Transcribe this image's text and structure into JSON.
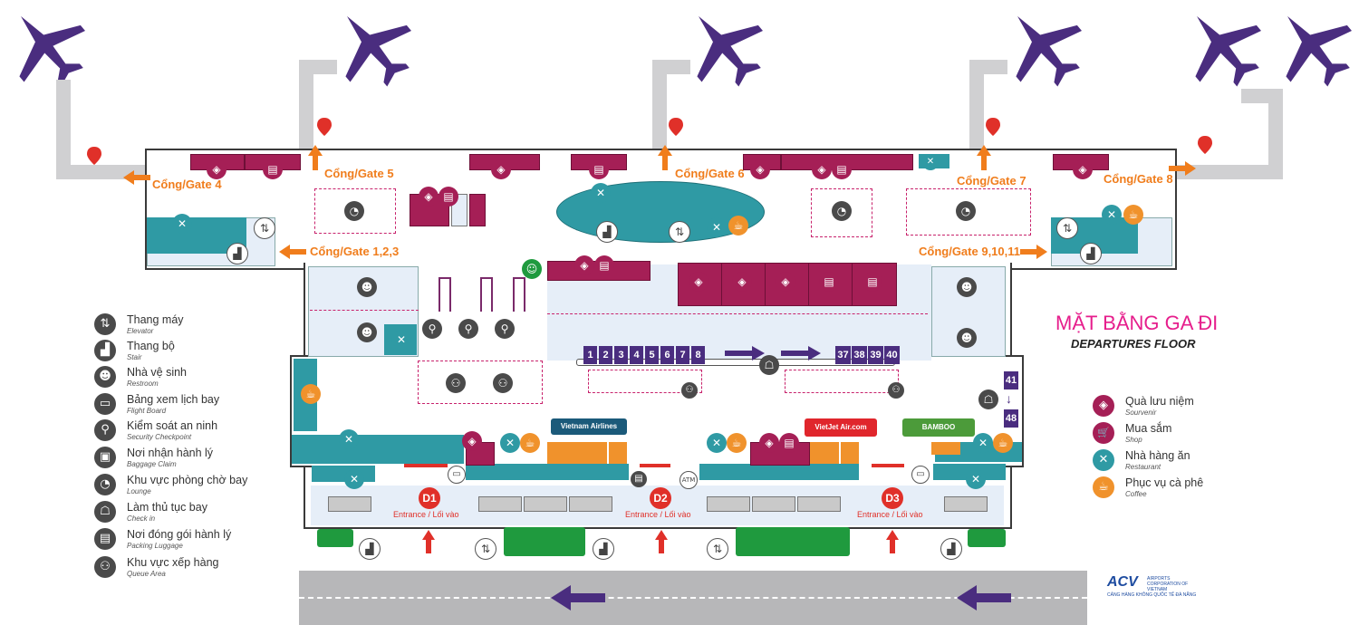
{
  "map": {
    "title_vi": "MẶT BẰNG GA ĐI",
    "title_en": "DEPARTURES FLOOR"
  },
  "gates": {
    "gate4": "Cổng/Gate 4",
    "gate5": "Cổng/Gate 5",
    "gate123": "Cổng/Gate 1,2,3",
    "gate6": "Cổng/Gate 6",
    "gate7": "Cổng/Gate 7",
    "gate8": "Cổng/Gate 8",
    "gate91011": "Cổng/Gate 9,10,11"
  },
  "counters": {
    "left": [
      "1",
      "2",
      "3",
      "4",
      "5",
      "6",
      "7",
      "8"
    ],
    "right": [
      "37",
      "38",
      "39",
      "40"
    ],
    "side_top": "41",
    "side_bottom": "48"
  },
  "entrances": [
    {
      "id": "D1",
      "label": "Entrance / Lối vào"
    },
    {
      "id": "D2",
      "label": "Entrance / Lối vào"
    },
    {
      "id": "D3",
      "label": "Entrance / Lối vào"
    }
  ],
  "airlines": {
    "vietnam": "Vietnam Airlines",
    "vietjet": "VietJet Air.com",
    "bamboo": "BAMBOO"
  },
  "legend_left": [
    {
      "vi": "Thang máy",
      "en": "Elevator",
      "icon": "elevator-icon",
      "glyph": "⇅"
    },
    {
      "vi": "Thang bộ",
      "en": "Stair",
      "icon": "stair-icon",
      "glyph": "▟"
    },
    {
      "vi": "Nhà vệ sinh",
      "en": "Restroom",
      "icon": "restroom-icon",
      "glyph": "☻"
    },
    {
      "vi": "Bảng xem lịch bay",
      "en": "Flight Board",
      "icon": "flight-board-icon",
      "glyph": "▭"
    },
    {
      "vi": "Kiểm soát an ninh",
      "en": "Security Checkpoint",
      "icon": "security-icon",
      "glyph": "⚲"
    },
    {
      "vi": "Nơi nhận hành lý",
      "en": "Baggage Claim",
      "icon": "baggage-icon",
      "glyph": "▣"
    },
    {
      "vi": "Khu vực phòng chờ bay",
      "en": "Lounge",
      "icon": "lounge-icon",
      "glyph": "◔"
    },
    {
      "vi": "Làm thủ tục bay",
      "en": "Check in",
      "icon": "checkin-icon",
      "glyph": "☖"
    },
    {
      "vi": "Nơi đóng gói hành lý",
      "en": "Packing Luggage",
      "icon": "packing-icon",
      "glyph": "▤"
    },
    {
      "vi": "Khu vực xếp hàng",
      "en": "Queue Area",
      "icon": "queue-icon",
      "glyph": "⚇"
    }
  ],
  "legend_right": [
    {
      "vi": "Quà lưu niệm",
      "en": "Sourvenir",
      "icon": "souvenir-icon",
      "glyph": "◈",
      "color": "#a51f56"
    },
    {
      "vi": "Mua sắm",
      "en": "Shop",
      "icon": "shop-icon",
      "glyph": "🛒",
      "color": "#a51f56"
    },
    {
      "vi": "Nhà hàng ăn",
      "en": "Restaurant",
      "icon": "restaurant-icon",
      "glyph": "✕",
      "color": "#2f9aa4"
    },
    {
      "vi": "Phục vụ cà phê",
      "en": "Coffee",
      "icon": "coffee-icon",
      "glyph": "☕",
      "color": "#f0922c"
    }
  ],
  "colors": {
    "plane": "#4a2d7f",
    "shop": "#a51f56",
    "restaurant": "#2f9aa4",
    "coffee": "#f0922c",
    "gate_label": "#f07d1c",
    "entrance": "#e03029",
    "title": "#e61e8c"
  },
  "logo": {
    "name": "ACV",
    "sub": "AIRPORTS CORPORATION OF VIETNAM",
    "tag": "CẢNG HÀNG KHÔNG QUỐC TẾ ĐÀ NẴNG"
  }
}
